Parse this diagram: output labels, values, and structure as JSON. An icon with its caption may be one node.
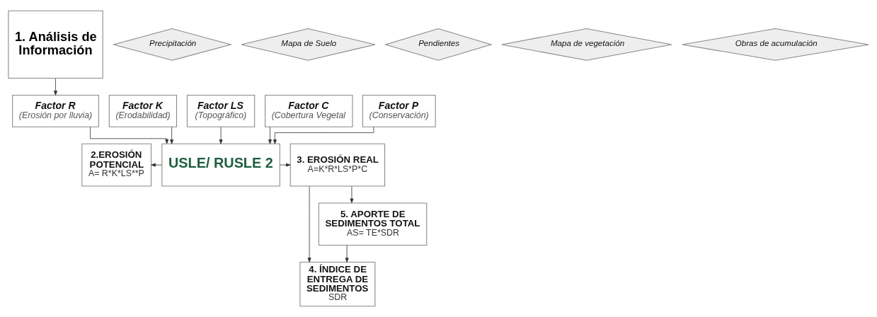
{
  "diagram": {
    "nodes": [
      {
        "text": [
          "1. Análisis de Información"
        ]
      },
      {
        "text": [
          "Precipitación"
        ]
      },
      {
        "text": [
          "Mapa de Suelo"
        ]
      },
      {
        "text": [
          "Pendientes"
        ]
      },
      {
        "text": [
          "Mapa de vegetación"
        ]
      },
      {
        "text": [
          "Obras de acumulación"
        ]
      },
      {
        "text": [
          "Factor R",
          "(Erosión por lluvia)"
        ]
      },
      {
        "text": [
          "Factor K",
          "(Erodabilidad)"
        ]
      },
      {
        "text": [
          "Factor LS",
          "(Topográfico)"
        ]
      },
      {
        "text": [
          "Factor C",
          "(Cobertura Vegetal"
        ]
      },
      {
        "text": [
          "Factor P",
          "(Conservación)"
        ]
      },
      {
        "text": [
          "USLE/ RUSLE 2"
        ]
      },
      {
        "text": [
          "2.EROSIÓN POTENCIAL",
          "A= R*K*LS**P"
        ]
      },
      {
        "text": [
          "3. EROSIÓN REAL",
          "A=K*R*LS*P*C"
        ]
      },
      {
        "text": [
          "4. ÍNDICE DE ENTREGA DE SEDIMENTOS",
          "SDR"
        ]
      },
      {
        "text": [
          "5. APORTE DE SEDIMENTOS TOTAL",
          "AS= TE*SDR"
        ]
      }
    ],
    "edges": [
      {
        "from": 0,
        "to": 6,
        "arrow": "to"
      },
      {
        "from": 6,
        "to": 11,
        "arrow": "to"
      },
      {
        "from": 7,
        "to": 11,
        "arrow": "to"
      },
      {
        "from": 8,
        "to": 11,
        "arrow": "to"
      },
      {
        "from": 9,
        "to": 11,
        "arrow": "to"
      },
      {
        "from": 10,
        "to": 11,
        "arrow": "to"
      },
      {
        "from": 11,
        "to": 12,
        "arrow": "to"
      },
      {
        "from": 11,
        "to": 13,
        "arrow": "to"
      },
      {
        "from": 13,
        "to": 14,
        "arrow": "to"
      },
      {
        "from": 13,
        "to": 15,
        "arrow": "to"
      },
      {
        "from": 15,
        "to": 14,
        "arrow": "to"
      }
    ]
  }
}
